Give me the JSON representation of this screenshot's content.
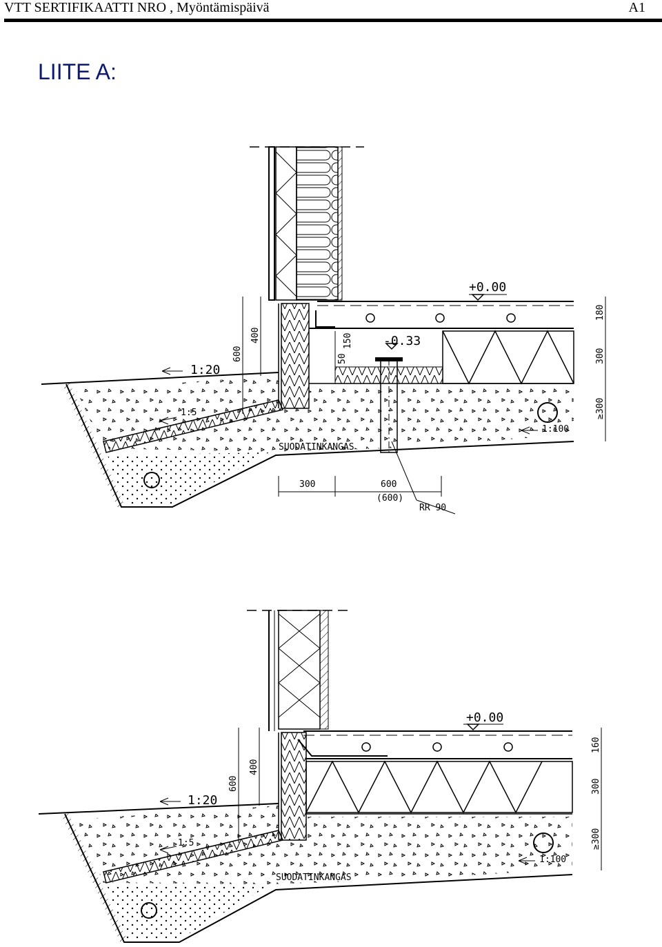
{
  "header": {
    "left": "VTT SERTIFIKAATTI NRO , Myöntämispäivä",
    "right": "A1"
  },
  "appendix_title": "LIITE A:",
  "detail1": {
    "level_top": "+0.00",
    "level_bottom": "-0.33",
    "slope_ground": "1:20",
    "slope_insulation": "1:5",
    "slope_drain": "1:100",
    "dim_600": "600",
    "dim_400": "400",
    "dim_150": "150",
    "dim_50": "50",
    "dim_180": "180",
    "dim_300": "300",
    "dim_ge300": "≥300",
    "dim_h300": "300",
    "dim_h600": "600",
    "dim_h600b": "(600)",
    "filter_fabric": "SUODATINKANGAS",
    "pipe_label": "RR 90"
  },
  "detail2": {
    "level_top": "+0.00",
    "slope_ground": "1:20",
    "slope_insulation": "1:5",
    "slope_drain": "1:100",
    "dim_600": "600",
    "dim_400": "400",
    "dim_160": "160",
    "dim_300": "300",
    "dim_ge300": "≥300",
    "filter_fabric": "SUODATINKANGAS"
  }
}
